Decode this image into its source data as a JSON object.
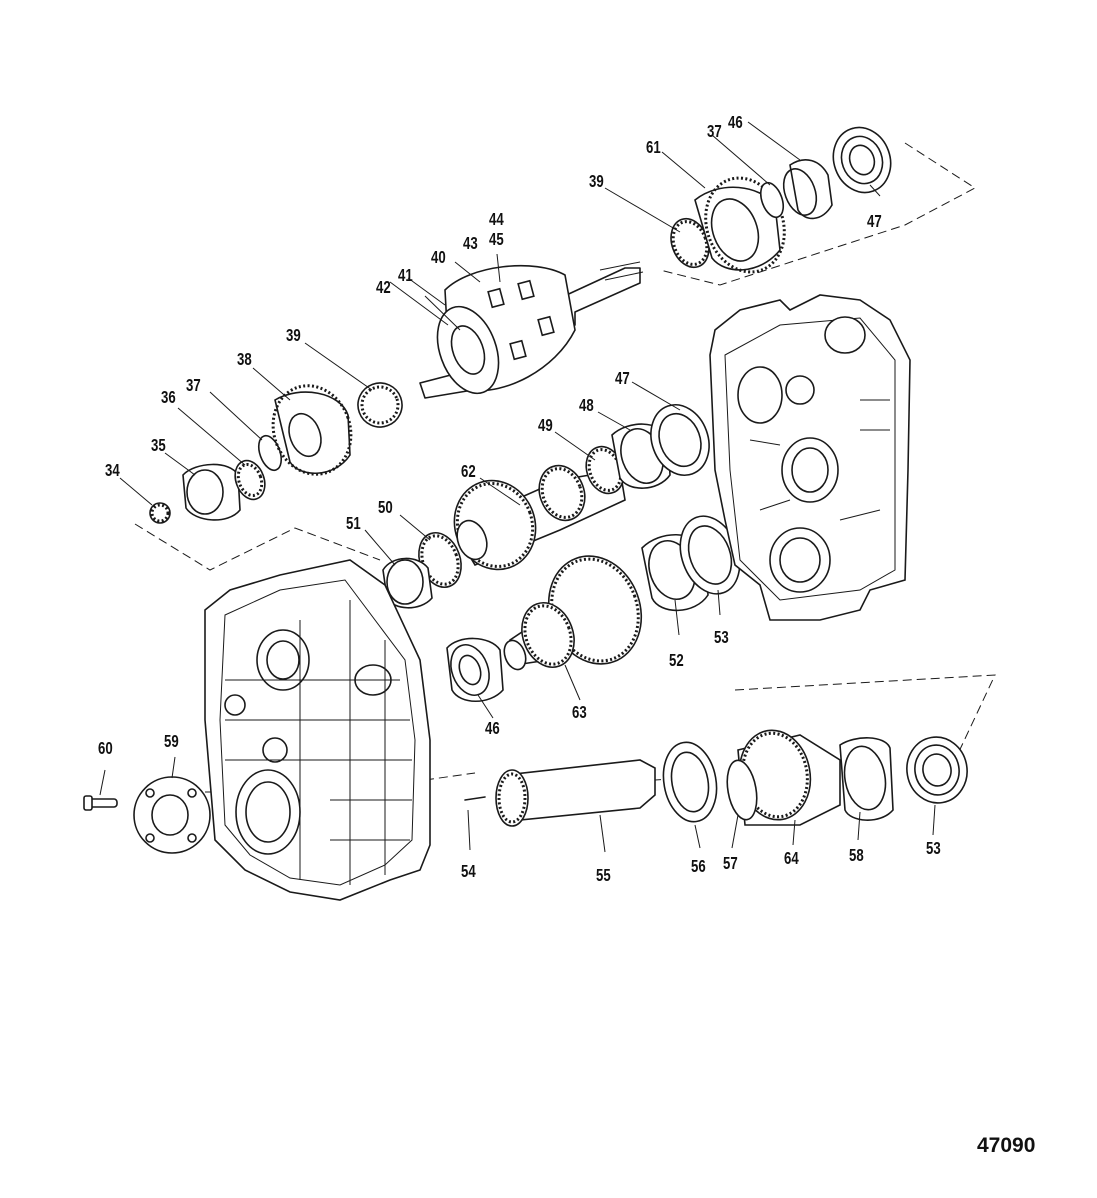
{
  "diagram": {
    "figure_number": "47090",
    "part_labels": {
      "p34": "34",
      "p35": "35",
      "p36": "36",
      "p37a": "37",
      "p38": "38",
      "p39a": "39",
      "p40": "40",
      "p41": "41",
      "p42": "42",
      "p43": "43",
      "p44": "44",
      "p45": "45",
      "p39b": "39",
      "p61": "61",
      "p37b": "37",
      "p46a": "46",
      "p47a": "47",
      "p47b": "47",
      "p48": "48",
      "p49": "49",
      "p62": "62",
      "p50": "50",
      "p51": "51",
      "p52": "52",
      "p53a": "53",
      "p46b": "46",
      "p63": "63",
      "p60": "60",
      "p59": "59",
      "p54": "54",
      "p55": "55",
      "p56": "56",
      "p57": "57",
      "p64": "64",
      "p58": "58",
      "p53b": "53"
    }
  }
}
